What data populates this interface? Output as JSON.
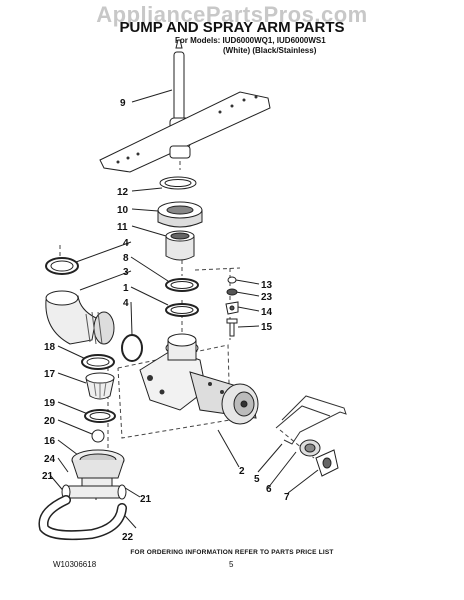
{
  "watermark": "AppliancePartsPros.com",
  "title": "PUMP AND SPRAY ARM PARTS",
  "models_line": "For Models: IUD6000WQ1, IUD6000WS1",
  "models_variants": "(White)   (Black/Stainless)",
  "callouts": {
    "c9": "9",
    "c12": "12",
    "c10": "10",
    "c11": "11",
    "c4a": "4",
    "c8": "8",
    "c3": "3",
    "c1": "1",
    "c4b": "4",
    "c13": "13",
    "c23": "23",
    "c14": "14",
    "c15": "15",
    "c18": "18",
    "c17": "17",
    "c19": "19",
    "c20": "20",
    "c16": "16",
    "c24": "24",
    "c21a": "21",
    "c21b": "21",
    "c22": "22",
    "c2": "2",
    "c5": "5",
    "c6": "6",
    "c7": "7"
  },
  "footer": {
    "ordering": "FOR ORDERING INFORMATION REFER TO PARTS PRICE LIST",
    "doc_number": "W10306618",
    "page": "5"
  }
}
